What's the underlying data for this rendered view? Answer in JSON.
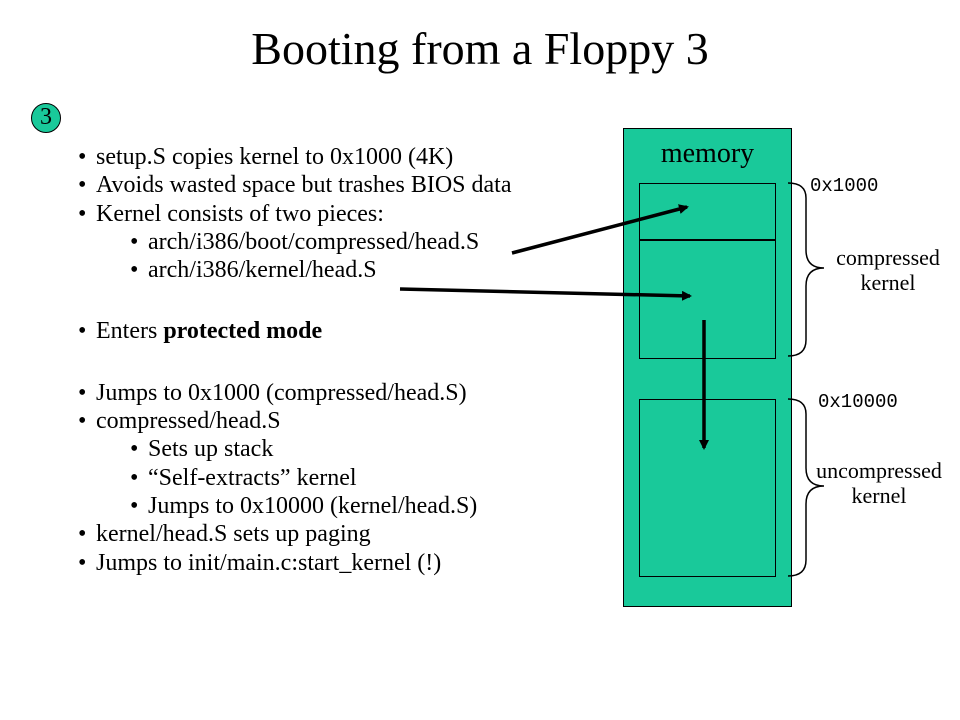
{
  "title": "Booting from a Floppy 3",
  "step_badge": "3",
  "bullet_char": "•",
  "bullets": [
    {
      "text": "setup.S copies kernel to 0x1000 (4K)",
      "level": 0
    },
    {
      "text": "Avoids wasted space but trashes BIOS data",
      "level": 0
    },
    {
      "text": "Kernel consists of two pieces:",
      "level": 0
    },
    {
      "text": "arch/i386/boot/compressed/head.S",
      "level": 1
    },
    {
      "text": "arch/i386/kernel/head.S",
      "level": 1
    },
    {
      "text": "Enters ",
      "bold": "protected mode",
      "level": 0
    },
    {
      "text": "Jumps to 0x1000 (compressed/head.S)",
      "level": 0
    },
    {
      "text": "compressed/head.S",
      "level": 0
    },
    {
      "text": "Sets up stack",
      "level": 1
    },
    {
      "text": "“Self-extracts” kernel",
      "level": 1
    },
    {
      "text": "Jumps to 0x10000 (kernel/head.S)",
      "level": 1
    },
    {
      "text": "kernel/head.S sets up paging",
      "level": 0
    },
    {
      "text": "Jumps to init/main.c:start_kernel (!)",
      "level": 0
    }
  ],
  "memory": {
    "label": "memory",
    "fill_color": "#19c99a",
    "regions": [
      {
        "address": "0x1000",
        "label_line1": "compressed",
        "label_line2": "kernel"
      },
      {
        "address": "0x10000",
        "label_line1": "uncompressed",
        "label_line2": "kernel"
      }
    ]
  }
}
